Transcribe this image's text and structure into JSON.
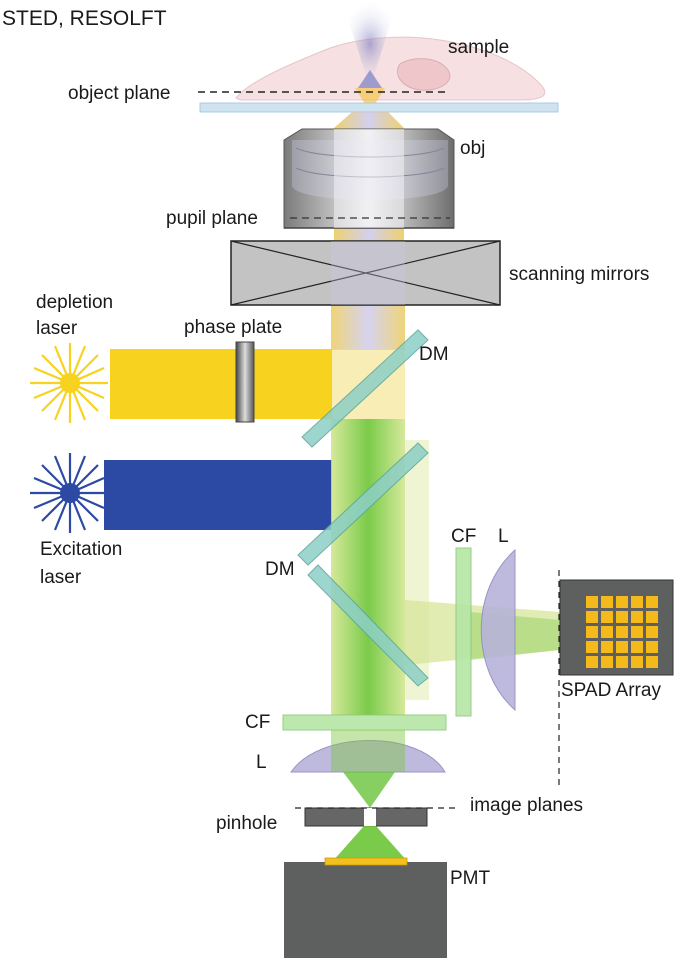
{
  "title": "STED, RESOLFT",
  "labels": {
    "sample": "sample",
    "object_plane": "object plane",
    "obj": "obj",
    "pupil_plane": "pupil plane",
    "scanning_mirrors": "scanning mirrors",
    "depletion_laser_line1": "depletion",
    "depletion_laser_line2": "laser",
    "phase_plate": "phase plate",
    "dm_top": "DM",
    "excitation_laser_line1": "Excitation",
    "excitation_laser_line2": "laser",
    "dm_bottom": "DM",
    "cf_right": "CF",
    "l_right": "L",
    "spad_array": "SPAD Array",
    "cf_bottom": "CF",
    "l_bottom": "L",
    "pinhole": "pinhole",
    "image_planes": "image planes",
    "pmt": "PMT"
  },
  "colors": {
    "depletion": "#f7d21e",
    "depletion_label": "#f39a1f",
    "excitation": "#2c4aa3",
    "excitation_label": "#2c4aa3",
    "sample_label": "#b8941c",
    "emission": "#7cc724",
    "filter": "#b5e6a6",
    "lens": "#b7b3da",
    "housing": "#5e5f5f",
    "spad_pixel": "#f4b91b"
  },
  "spad_grid": {
    "rows": 5,
    "cols": 5
  }
}
